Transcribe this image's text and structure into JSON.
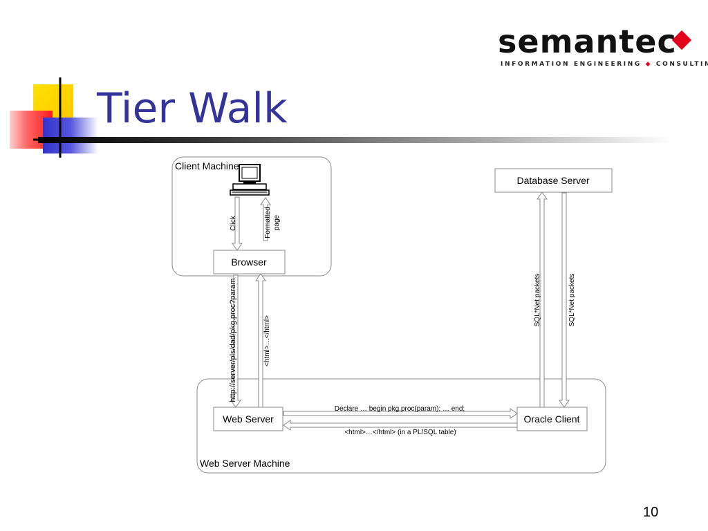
{
  "slide": {
    "title": "Tier Walk",
    "page_number": "10"
  },
  "logo": {
    "wordmark": "semantec",
    "tagline_left": "INFORMATION ENGINEERING",
    "tagline_sep": "◆",
    "tagline_right": "CONSULTING"
  },
  "diagram": {
    "client_machine_label": "Client Machine",
    "web_server_machine_label": "Web Server Machine",
    "browser": "Browser",
    "web_server": "Web Server",
    "oracle_client": "Oracle Client",
    "database_server": "Database Server",
    "click": "Click",
    "formatted_page_line1": "Formatted",
    "formatted_page_line2": "page",
    "url_request": "http://server/pls/dad/pkg.proc?param",
    "html_response": "<html>…</html>",
    "declare_call": "Declare … begin pkg.proc(param); … end;",
    "plsql_table_response": "<html>…</html> (in a PL/SQL table)",
    "sqlnet_up": "SQL*Net packets",
    "sqlnet_down": "SQL*Net packets"
  }
}
